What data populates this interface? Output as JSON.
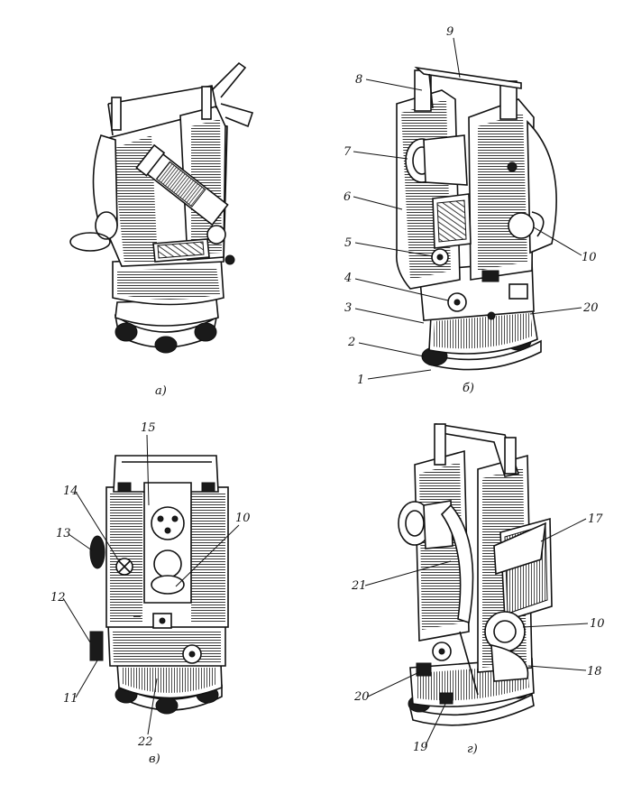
{
  "panels": [
    {
      "id": "a",
      "caption": "а)"
    },
    {
      "id": "b",
      "caption": "б)"
    },
    {
      "id": "c",
      "caption": "в)"
    },
    {
      "id": "d",
      "caption": "г)"
    }
  ],
  "labels": {
    "b": [
      "9",
      "8",
      "7",
      "6",
      "5",
      "4",
      "3",
      "2",
      "1",
      "10",
      "20"
    ],
    "c": [
      "15",
      "14",
      "13",
      "12",
      "11",
      "10",
      "22"
    ],
    "d": [
      "17",
      "21",
      "10",
      "18",
      "20",
      "19"
    ]
  }
}
